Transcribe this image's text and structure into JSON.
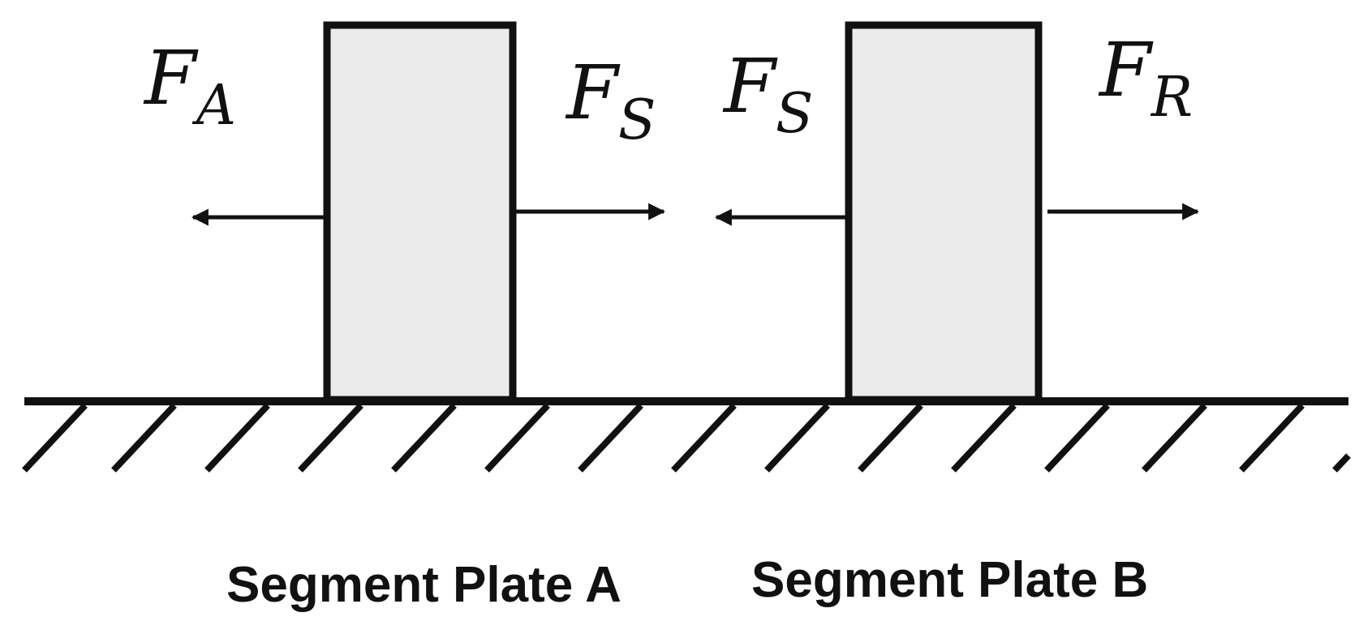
{
  "diagram": {
    "forces": {
      "left_plate_left": {
        "symbol": "F",
        "subscript": "A"
      },
      "left_plate_right": {
        "symbol": "F",
        "subscript": "S"
      },
      "right_plate_left": {
        "symbol": "F",
        "subscript": "S"
      },
      "right_plate_right": {
        "symbol": "F",
        "subscript": "R"
      }
    },
    "captions": {
      "plate_a": "Segment Plate A",
      "plate_b": "Segment Plate B"
    },
    "colors": {
      "plate_fill": "#ebebeb",
      "stroke": "#111111"
    }
  }
}
